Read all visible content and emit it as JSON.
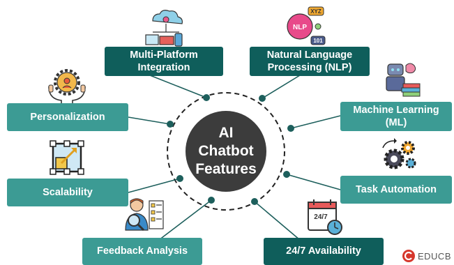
{
  "center": {
    "label": "AI\nChatbot\nFeatures"
  },
  "features": [
    {
      "label": "Multi-Platform\nIntegration"
    },
    {
      "label": "Natural Language\nProcessing (NLP)"
    },
    {
      "label": "Personalization"
    },
    {
      "label": "Machine Learning\n(ML)"
    },
    {
      "label": "Scalability"
    },
    {
      "label": "Task Automation"
    },
    {
      "label": "Feedback Analysis"
    },
    {
      "label": "24/7 Availability"
    }
  ],
  "icons": {
    "multi_platform": "devices-network-icon",
    "nlp": "nlp-head-icon",
    "personalization": "gear-hands-icon",
    "machine_learning": "robot-books-icon",
    "scalability": "resize-frame-icon",
    "task_automation": "gears-cycle-icon",
    "feedback": "person-checklist-icon",
    "availability": "calendar-clock-icon"
  },
  "icon_text": {
    "nlp_badge": "NLP",
    "xyz": "XYZ",
    "binary": "101",
    "calendar": "24/7"
  },
  "brand": {
    "logo_text": "EDUCB"
  },
  "colors": {
    "teal": "#3c9b94",
    "dark_teal": "#0f5e5b",
    "center": "#3c3c3c",
    "brand_red": "#d6372c"
  }
}
